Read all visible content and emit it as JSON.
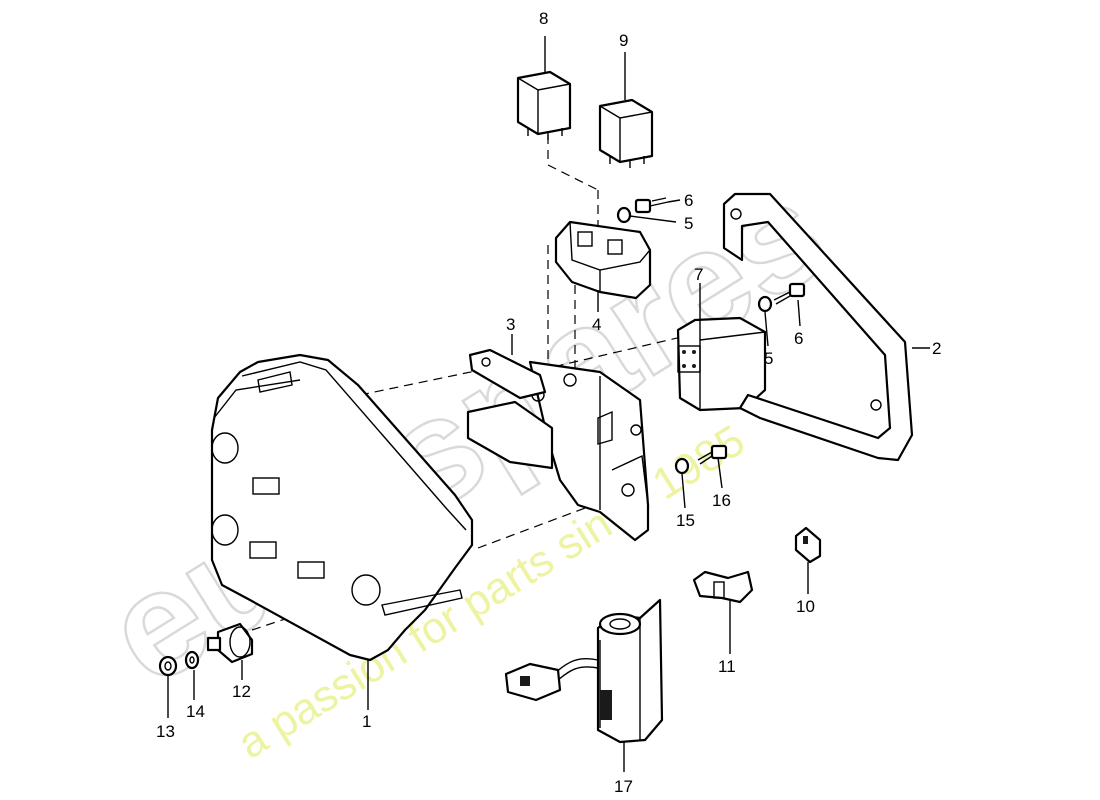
{
  "watermark": {
    "brand": "eurospares",
    "tagline": "a passion for parts since 1985",
    "brand_color": "#d9d9d9",
    "tagline_color": "#eef3a2"
  },
  "callouts": {
    "c1": "1",
    "c2": "2",
    "c3": "3",
    "c4": "4",
    "c5a": "5",
    "c5b": "5",
    "c6a": "6",
    "c6b": "6",
    "c7": "7",
    "c8": "8",
    "c9": "9",
    "c10": "10",
    "c11": "11",
    "c12": "12",
    "c13": "13",
    "c14": "14",
    "c15": "15",
    "c16": "16",
    "c17": "17"
  }
}
